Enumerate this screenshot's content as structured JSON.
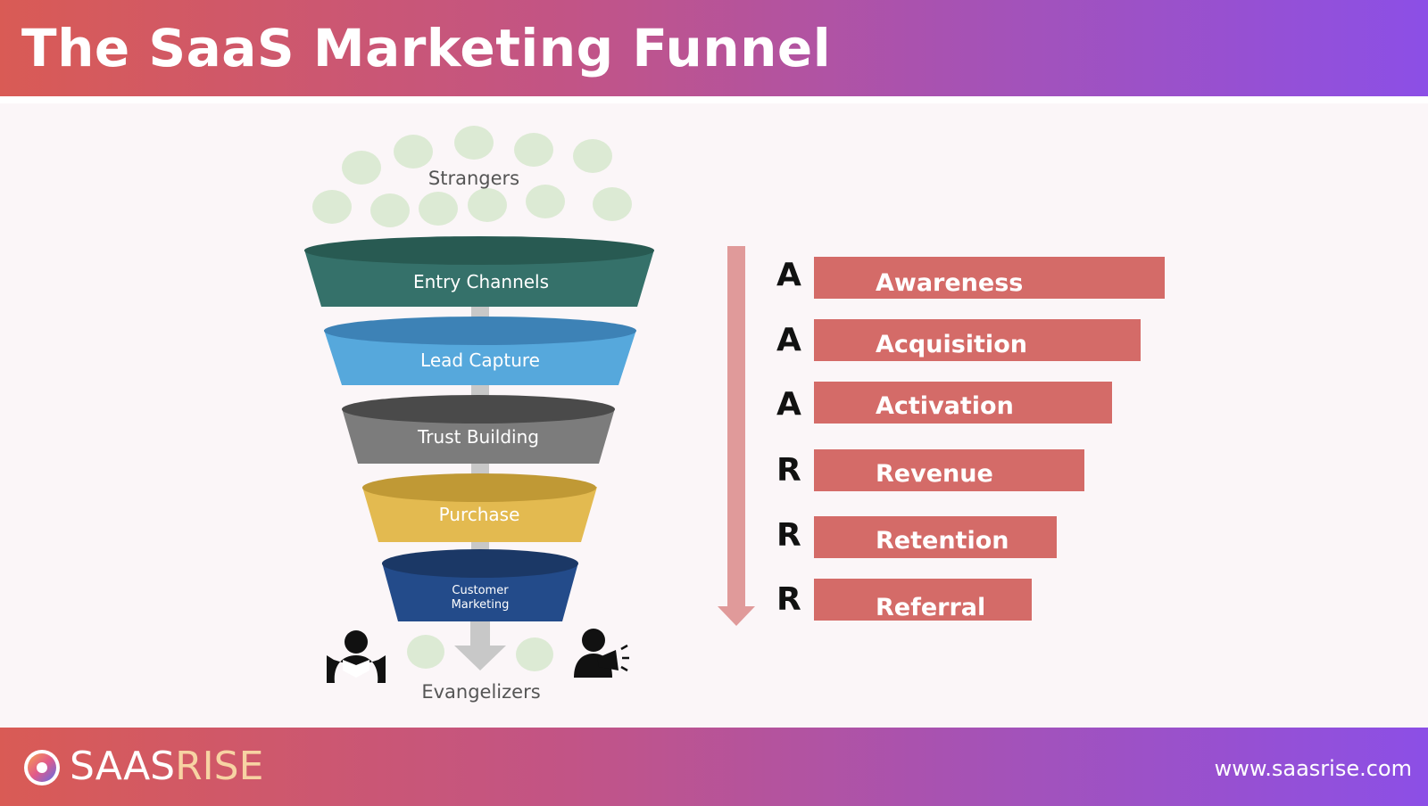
{
  "title": "The SaaS Marketing Funnel",
  "colors": {
    "stage_bar": "#d46b68",
    "down_arrow": "#e09a9a",
    "bubble": "#dcead4",
    "connector": "#c8c8c8"
  },
  "funnel": {
    "top_label": "Strangers",
    "bottom_label": "Evangelizers",
    "layers": [
      {
        "label": "Entry Channels",
        "color": "#35716a",
        "rim": "#285a52"
      },
      {
        "label": "Lead Capture",
        "color": "#56a8dc",
        "rim": "#3d82b6"
      },
      {
        "label": "Trust Building",
        "color": "#7c7c7c",
        "rim": "#4a4a4a"
      },
      {
        "label": "Purchase",
        "color": "#e3ba50",
        "rim": "#c09935"
      },
      {
        "label": "Customer Marketing",
        "color": "#234b8a",
        "rim": "#1b3866"
      }
    ],
    "icons": [
      "reader-icon",
      "megaphone-person-icon"
    ]
  },
  "aarrr": [
    {
      "letter": "A",
      "label": "Awareness"
    },
    {
      "letter": "A",
      "label": "Acquisition"
    },
    {
      "letter": "A",
      "label": "Activation"
    },
    {
      "letter": "R",
      "label": "Revenue"
    },
    {
      "letter": "R",
      "label": "Retention"
    },
    {
      "letter": "R",
      "label": "Referral"
    }
  ],
  "footer": {
    "brand_part1": "SAAS",
    "brand_part2": "RISE",
    "website": "www.saasrise.com"
  }
}
